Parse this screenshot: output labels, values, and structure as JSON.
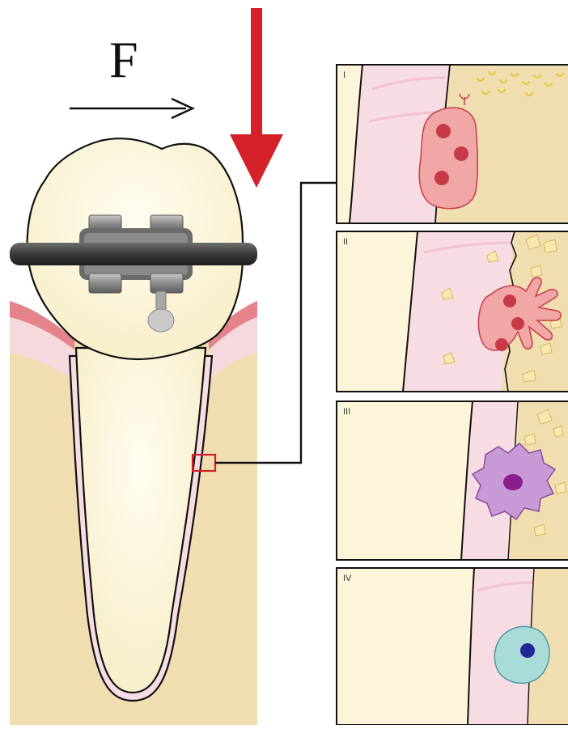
{
  "labels": {
    "force": "F",
    "panels": [
      "I",
      "II",
      "III",
      "IV"
    ]
  },
  "colors": {
    "bone": "#f0ddb0",
    "tooth": "#fcf5da",
    "ligament": "#f7dde3",
    "gum": "#e4848a",
    "force_arrow": "#d32029",
    "cell_red": "#f2a7a7",
    "cell_red_nucleus": "#c83a48",
    "cell_purple": "#c79ad6",
    "cell_purple_nucleus": "#8a1e8c",
    "cell_teal": "#a9dcd8",
    "cell_teal_nucleus": "#22279a",
    "debris": "#f7e7b0"
  }
}
